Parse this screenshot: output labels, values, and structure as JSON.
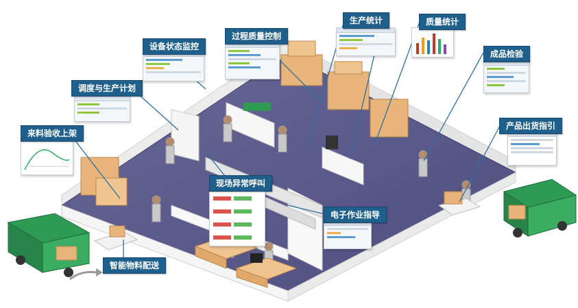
{
  "labels": {
    "production_stats": "生产统计",
    "quality_stats": "质量统计",
    "process_quality_control": "过程质量控制",
    "equipment_status_monitoring": "设备状态监控",
    "finished_product_inspection": "成品检验",
    "dispatch_production_plan": "调度与生产计划",
    "incoming_inspection_shelving": "来料验收上架",
    "product_shipping_guide": "产品出货指引",
    "onsite_exception_call": "现场异常呼叫",
    "electronic_work_instruction": "电子作业指导",
    "smart_material_delivery": "智能物料配送"
  },
  "colors": {
    "label_bg": "#1f5f8b",
    "floor": "#5c5a8c",
    "wall": "#f2f2f2",
    "truck": "#2e9a54",
    "box": "#e8b47a",
    "leader": "#2c6f9e"
  }
}
